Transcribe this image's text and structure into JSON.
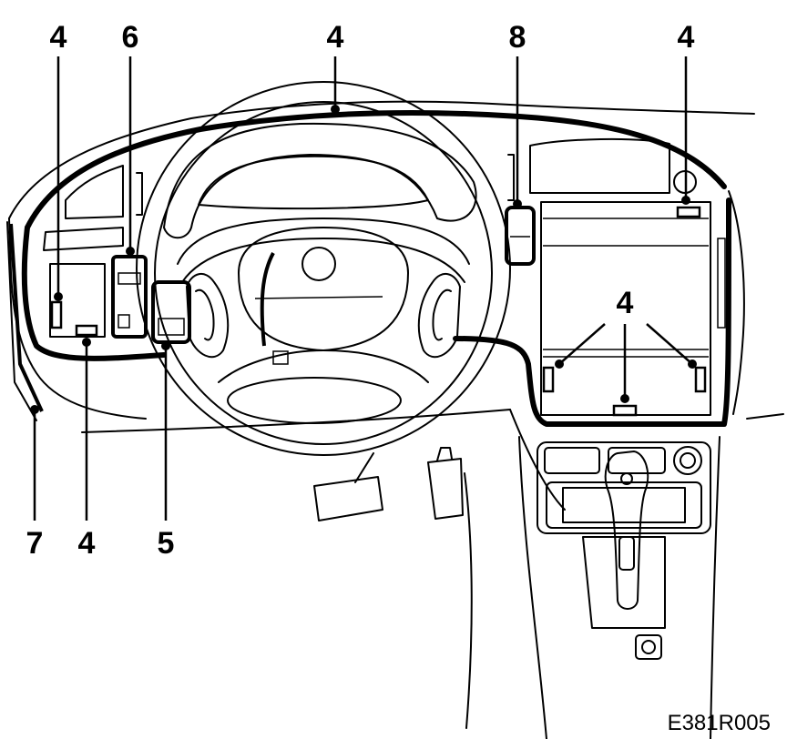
{
  "callouts": {
    "top_left_4": "4",
    "top_6": "6",
    "top_center_4": "4",
    "top_8": "8",
    "top_right_4": "4",
    "mid_right_4": "4",
    "bottom_7": "7",
    "bottom_4": "4",
    "bottom_5": "5"
  },
  "figure_code": "E381R005"
}
